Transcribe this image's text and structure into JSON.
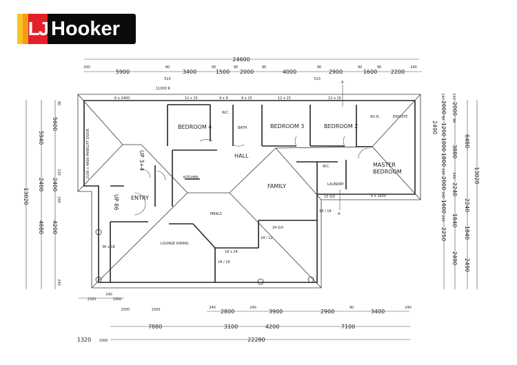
{
  "logo": {
    "initials": "LJ",
    "name": "Hooker",
    "colors": {
      "yellow": "#f7c51e",
      "orange": "#f29a1c",
      "red": "#e3202a",
      "black": "#0b0b0b"
    }
  },
  "rooms": {
    "bedroom4": "BEDROOM 4",
    "wc": "W.C.",
    "bath": "BATH",
    "bedroom3": "BEDROOM 3",
    "bedroom2": "BEDROOM 2",
    "wir": "W.I.R.",
    "ensuite": "ENSUITE",
    "hall": "HALL",
    "kitchen": "KITCHEN",
    "family": "FAMILY",
    "master": "MASTER",
    "bedroom": "BEDROOM",
    "laundry": "LAUNDRY",
    "entry": "ENTRY",
    "meals": "MEALS",
    "lounge_dining": "LOUNGE DINING",
    "garage_door": "2100 x 4800 PANELIFT DOOR",
    "up1": "UP 3+4",
    "up2": "UP 86",
    "wc2": "W.C."
  },
  "windows": {
    "w1": "6 x 2400",
    "w2": "12 x 15",
    "w3": "9 x 9",
    "w4": "9 x 15",
    "w5": "12 x 15",
    "w6": "12 x 15",
    "w7": "6 x 1800",
    "w8": "15 5/0",
    "w9": "24 5/0",
    "w10": "18 x 24",
    "w11": "18 / 18",
    "w12": "18 / 12",
    "w13": "36 x 18",
    "w14": "18 / 18",
    "w15": "11000 R",
    "section": "A"
  },
  "dims_top": {
    "overall": "24600",
    "row": [
      "240",
      "5900",
      "90",
      "3400",
      "90",
      "1500",
      "90",
      "2000",
      "90",
      "4000",
      "90",
      "2900",
      "90",
      "1600",
      "90",
      "2200",
      "240"
    ],
    "sub": [
      "510",
      "510"
    ]
  },
  "dims_left": {
    "overall": "13020",
    "mid": [
      "5940",
      "2400",
      "4680"
    ],
    "inner": [
      "90",
      "5600",
      "230",
      "2400",
      "240",
      "4200",
      "240"
    ]
  },
  "dims_right": {
    "overall": "13020",
    "c1": [
      "6480",
      "2240",
      "1840",
      "2490"
    ],
    "c2": [
      "240",
      "2000",
      "90",
      "3880",
      "240",
      "2240",
      "1840",
      "2490"
    ],
    "c3": [
      "240",
      "2000",
      "90",
      "1200",
      "1000",
      "1800",
      "240",
      "2000",
      "240",
      "1600",
      "240",
      "2250"
    ],
    "c4": [
      "2490"
    ]
  },
  "dims_bottom": {
    "r1": [
      "2320",
      "240",
      "1000"
    ],
    "r2": [
      "2500",
      "1500"
    ],
    "r3": [
      "240",
      "2800",
      "240",
      "3900",
      "2900",
      "90",
      "3400",
      "240"
    ],
    "r4": [
      "7880",
      "3100",
      "4200",
      "7100"
    ],
    "r5": [
      "1320",
      "1000",
      "22280"
    ]
  }
}
